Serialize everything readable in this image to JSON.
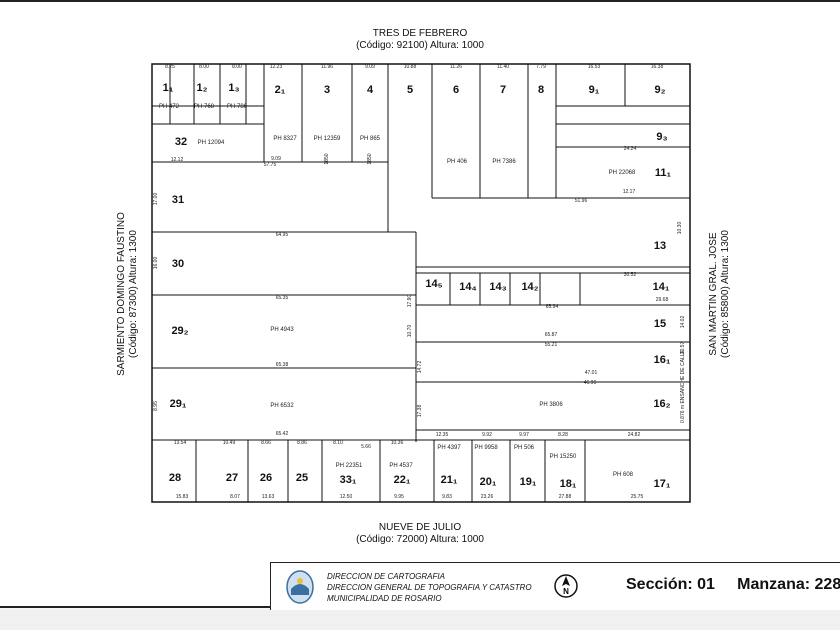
{
  "streets": {
    "north": {
      "name": "TRES DE FEBRERO",
      "info": "(Código: 92100) Altura: 1000"
    },
    "south": {
      "name": "NUEVE DE JULIO",
      "info": "(Código: 72000) Altura: 1000"
    },
    "west": {
      "name": "SARMIENTO DOMINGO FAUSTINO",
      "info": "(Código: 87300) Altura: 1300"
    },
    "east": {
      "name": "SAN MARTIN GRAL. JOSE",
      "info": "(Código: 85800) Altura: 1300"
    }
  },
  "parcels": [
    {
      "id": "p1_1",
      "label": "1₁"
    },
    {
      "id": "p1_2",
      "label": "1₂"
    },
    {
      "id": "p1_3",
      "label": "1₃"
    },
    {
      "id": "p2",
      "label": "2₁"
    },
    {
      "id": "p3",
      "label": "3"
    },
    {
      "id": "p4",
      "label": "4"
    },
    {
      "id": "p5",
      "label": "5"
    },
    {
      "id": "p6",
      "label": "6"
    },
    {
      "id": "p7",
      "label": "7"
    },
    {
      "id": "p8",
      "label": "8"
    },
    {
      "id": "p9_1",
      "label": "9₁"
    },
    {
      "id": "p9_2",
      "label": "9₂"
    },
    {
      "id": "p9_3",
      "label": "9₃"
    },
    {
      "id": "p11",
      "label": "11₁"
    },
    {
      "id": "p13",
      "label": "13"
    },
    {
      "id": "p14_1",
      "label": "14₁"
    },
    {
      "id": "p14_2",
      "label": "14₂"
    },
    {
      "id": "p14_3",
      "label": "14₃"
    },
    {
      "id": "p14_4",
      "label": "14₄"
    },
    {
      "id": "p14_5",
      "label": "14₅"
    },
    {
      "id": "p15",
      "label": "15"
    },
    {
      "id": "p16_1",
      "label": "16₁"
    },
    {
      "id": "p16_2",
      "label": "16₂"
    },
    {
      "id": "p17",
      "label": "17₁"
    },
    {
      "id": "p18",
      "label": "18₁"
    },
    {
      "id": "p19",
      "label": "19₁"
    },
    {
      "id": "p20",
      "label": "20₁"
    },
    {
      "id": "p21",
      "label": "21₁"
    },
    {
      "id": "p22",
      "label": "22₁"
    },
    {
      "id": "p33",
      "label": "33₁"
    },
    {
      "id": "p25",
      "label": "25"
    },
    {
      "id": "p26",
      "label": "26"
    },
    {
      "id": "p27",
      "label": "27"
    },
    {
      "id": "p28",
      "label": "28"
    },
    {
      "id": "p29_1",
      "label": "29₁"
    },
    {
      "id": "p29_2",
      "label": "29₂"
    },
    {
      "id": "p30",
      "label": "30"
    },
    {
      "id": "p31",
      "label": "31"
    },
    {
      "id": "p32",
      "label": "32"
    }
  ],
  "ph_labels": [
    "PH 472",
    "PH 768",
    "PH 786",
    "PH 12094",
    "PH 8327",
    "PH 12359",
    "PH 865",
    "PH 406",
    "PH 7386",
    "PH 22068",
    "PH 4943",
    "PH 6532",
    "PH 3806",
    "PH 4397",
    "PH 9958",
    "PH 506",
    "PH 15250",
    "PH 608",
    "PH 22351",
    "PH 4537"
  ],
  "dimensions": [
    "8.25",
    "8.00",
    "8.00",
    "12.23",
    "11.96",
    "9.09",
    "10.88",
    "11.26",
    "11.40",
    "7.79",
    "16.53",
    "16.38",
    "57.75",
    "64.95",
    "65.35",
    "65.38",
    "65.42",
    "51.96",
    "65.94",
    "65.87",
    "55.21",
    "47.01",
    "46.96",
    "24.82",
    "13.54",
    "10.49",
    "8.66",
    "8.86",
    "8.10",
    "5.66",
    "10.36",
    "12.35",
    "9.92",
    "9.97",
    "8.28",
    "15.83",
    "8.07",
    "13.63",
    "12.50",
    "9.95",
    "9.83",
    "23.26",
    "27.88",
    "25.75",
    "30.52",
    "29.68",
    "24.24",
    "12.17",
    "12.12",
    "9.09",
    "1850",
    "1850",
    "17.90",
    "10.70",
    "17.38",
    "14.72",
    "17.00",
    "16.00",
    "8.95",
    "10.30",
    "14.02",
    "20.57",
    "0.876 m ENSANCHE DE CALLE"
  ],
  "footer": {
    "line1": "DIRECCION DE CARTOGRAFIA",
    "line2": "DIRECCION GENERAL DE TOPOGRAFIA Y CATASTRO",
    "line3": "MUNICIPALIDAD DE ROSARIO",
    "section_label": "Sección: 01",
    "block_label": "Manzana: 228",
    "north_symbol": "N"
  }
}
